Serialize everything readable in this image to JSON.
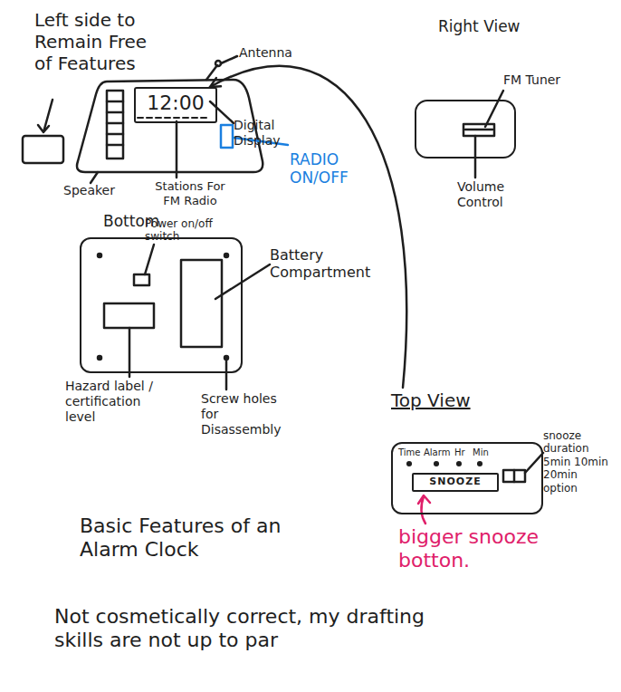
{
  "diagram": {
    "caption": "Basic Features of an Alarm Clock",
    "nodes": [
      {
        "text": [
          "12:00"
        ]
      },
      {
        "text": [
          "Right View"
        ]
      },
      {
        "text": [
          "Bottom"
        ]
      },
      {
        "text": [
          "Top View",
          "Time",
          "Alarm",
          "Hr",
          "Min"
        ]
      },
      {
        "text": [
          "SNOOZE"
        ],
        "in": 3
      }
    ],
    "edges": [
      {
        "from": 3,
        "to": 0,
        "arrow": "to"
      }
    ],
    "labels": [
      "Left side to Remain Free of Features",
      "Antenna",
      "Digital Display",
      "RADIO ON/OFF",
      "Speaker",
      "Stations For FM Radio",
      "FM Tuner",
      "Volume Control",
      "Power on/off switch",
      "Battery Compartment",
      "Hazard label / certification level",
      "Screw holes for Disassembly",
      "snooze duration 5min 10min 20min option",
      "bigger snooze botton.",
      "Not cosmetically correct, my drafting skills are not up to par"
    ]
  }
}
